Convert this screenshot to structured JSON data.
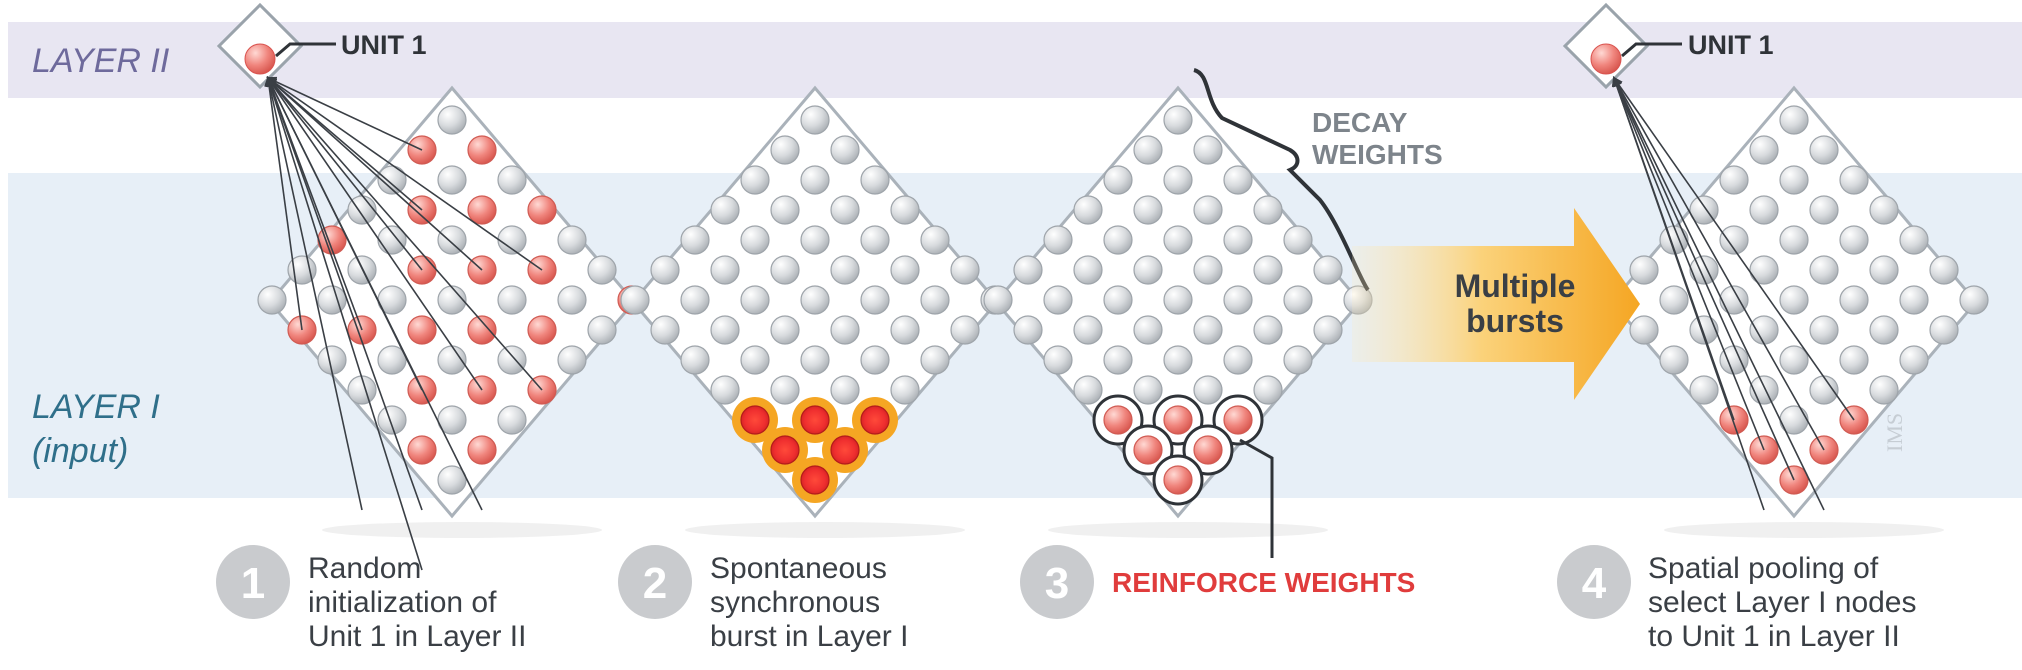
{
  "layer_labels": {
    "layer2": "LAYER II",
    "layer1_line1": "LAYER I",
    "layer1_line2": "(input)"
  },
  "unit_label": "UNIT 1",
  "decay_label": [
    "DECAY",
    "WEIGHTS"
  ],
  "arrow_label": [
    "Multiple",
    "bursts"
  ],
  "reinforce_label": "REINFORCE WEIGHTS",
  "steps": [
    {
      "number": "1",
      "lines": [
        "Random",
        "initialization of",
        "Unit 1 in Layer II"
      ]
    },
    {
      "number": "2",
      "lines": [
        "Spontaneous",
        "synchronous",
        "burst in Layer I"
      ]
    },
    {
      "number": "3",
      "lines": []
    },
    {
      "number": "4",
      "lines": [
        "Spatial pooling of",
        "select Layer I nodes",
        "to Unit 1 in Layer II"
      ]
    }
  ],
  "colors": {
    "layer2_band": "#e8e6f2",
    "layer1_band": "#e7eff7",
    "layer2_text": "#6e6a9c",
    "layer1_text": "#2f6f8a",
    "node_gray": "#d4d7da",
    "node_red": "#f08a84",
    "burst_orange": "#f5a623",
    "reinforce_red": "#e03c3c",
    "step_circle": "#c9cbce",
    "decay_text": "#7d848b"
  },
  "watermark": "IMS"
}
